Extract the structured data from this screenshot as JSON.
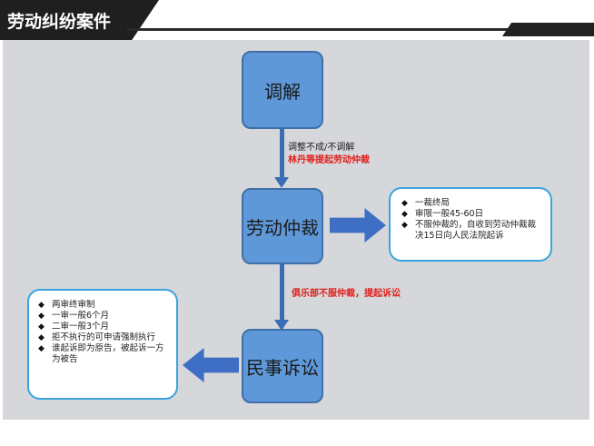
{
  "header": {
    "title": "劳动纠纷案件"
  },
  "nodes": {
    "mediation": "调解",
    "arbitration": "劳动仲裁",
    "litigation": "民事诉讼"
  },
  "edges": {
    "mediation_to_arbitration": {
      "line1": "调整不成/不调解",
      "line2": "林丹等提起劳动仲裁"
    },
    "arbitration_to_litigation": {
      "line1": "俱乐部不服仲裁，提起诉讼"
    }
  },
  "arbitration_notes": {
    "items": [
      "一裁终局",
      "审限一般45-60日",
      "不服仲裁的，自收到劳动仲裁裁决15日向人民法院起诉"
    ]
  },
  "litigation_notes": {
    "items": [
      "两审终审制",
      "一审一般6个月",
      "二审一般3个月",
      "拒不执行的可申请强制执行",
      "谁起诉即为原告，被起诉一方为被告"
    ]
  },
  "colors": {
    "node_fill": "#5e98d8",
    "arrow": "#3a6db5",
    "highlight_text": "#e0201c",
    "note_border": "#3aa3e0"
  }
}
